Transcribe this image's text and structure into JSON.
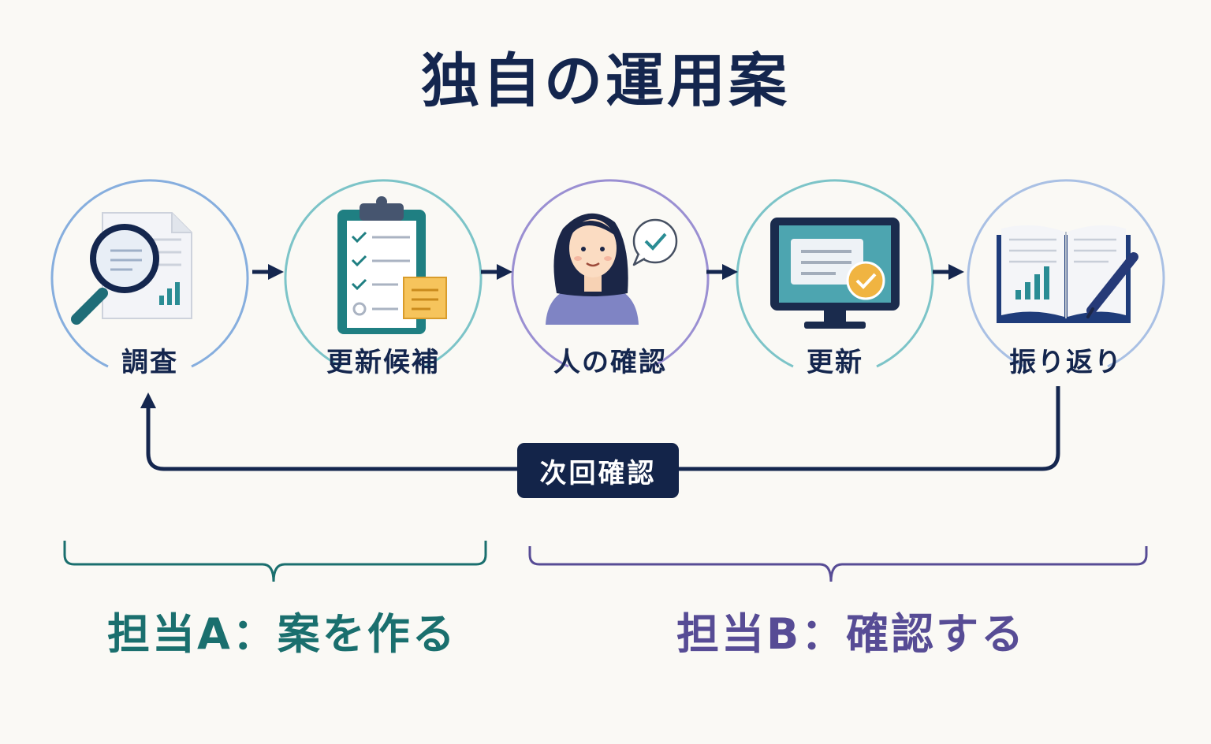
{
  "title": "独自の運用案",
  "steps": [
    {
      "label": "調査",
      "icon": "magnifier-document-icon"
    },
    {
      "label": "更新候補",
      "icon": "clipboard-checklist-icon"
    },
    {
      "label": "人の確認",
      "icon": "person-check-icon"
    },
    {
      "label": "更新",
      "icon": "monitor-check-icon"
    },
    {
      "label": "振り返り",
      "icon": "notebook-pen-icon"
    }
  ],
  "loop": {
    "label": "次回確認"
  },
  "roles": [
    {
      "label": "担当A：案を作る",
      "color": "#1a6f6e"
    },
    {
      "label": "担当B：確認する",
      "color": "#574c95"
    }
  ],
  "colors": {
    "navy": "#14264e",
    "teal": "#2a8c94",
    "purple": "#574c95",
    "amber": "#f0b441",
    "background": "#faf9f5"
  }
}
